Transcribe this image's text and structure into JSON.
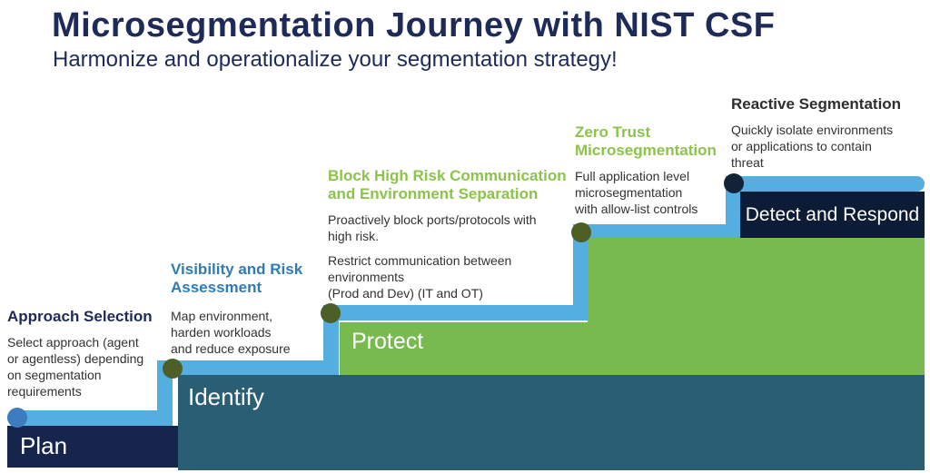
{
  "header": {
    "title": "Microsegmentation Journey with NIST CSF",
    "subtitle": "Harmonize and operationalize your segmentation strategy!"
  },
  "steps": [
    {
      "id": "plan",
      "label": "Plan"
    },
    {
      "id": "identify",
      "label": "Identify"
    },
    {
      "id": "protect",
      "label": "Protect"
    },
    {
      "id": "detect-respond",
      "label": "Detect and Respond"
    }
  ],
  "annotations": [
    {
      "heading": "Approach Selection",
      "body": "Select approach (agent\nor agentless) depending\non segmentation\nrequirements"
    },
    {
      "heading": "Visibility and Risk\nAssessment",
      "body": "Map environment,\nharden workloads\nand reduce exposure"
    },
    {
      "heading": "Block High Risk Communication\nand Environment Separation",
      "body": "Proactively block ports/protocols with\nhigh risk.",
      "body2": "Restrict communication between\nenvironments\n(Prod and Dev) (IT and OT)"
    },
    {
      "heading": "Zero Trust\nMicrosegmentation",
      "body": "Full application level\nmicrosegmentation\nwith allow-list controls"
    },
    {
      "heading": "Reactive Segmentation",
      "body": "Quickly isolate environments\nor applications to contain\nthreat"
    }
  ],
  "colors": {
    "title_navy": "#1E2B58",
    "heading_blue": "#2F7CB4",
    "heading_green": "#8CC34B",
    "heading_dark": "#2E2E2E",
    "body_text": "#323232",
    "edge_blue": "#55AEE0",
    "dot_blue": "#3E7CC2",
    "dot_olive": "#4D5F26",
    "dot_navy": "#142238",
    "plan_navy": "#16254C",
    "identify_teal": "#2A5E74",
    "protect_green": "#79BA50",
    "detect_navy": "#0C1C36",
    "step_label_white": "#FFFFFF"
  }
}
